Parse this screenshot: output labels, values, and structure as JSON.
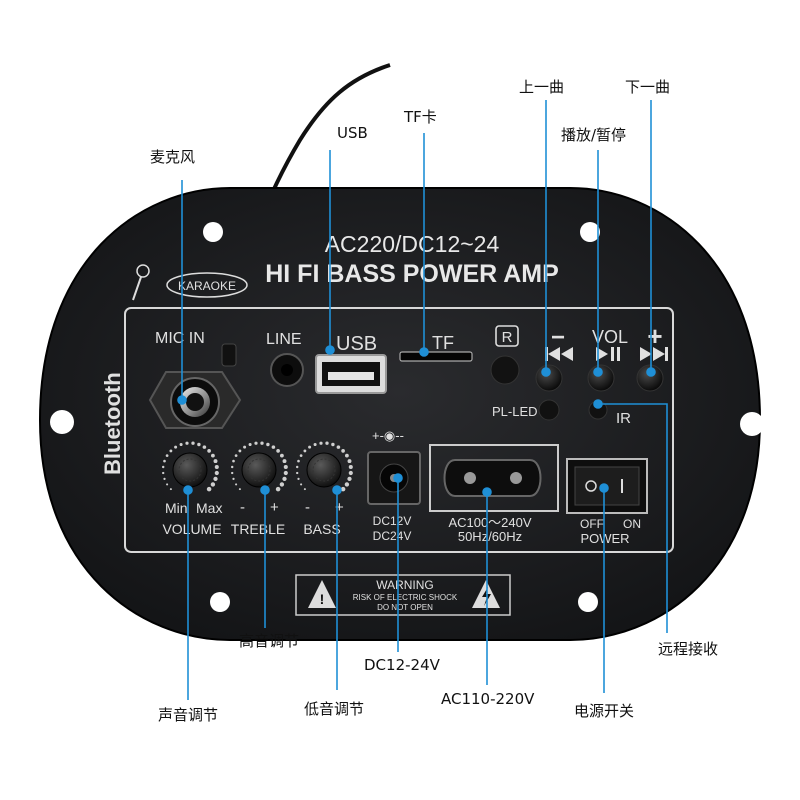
{
  "board": {
    "title_line1": "AC220/DC12~24",
    "title_line2": "HI FI BASS POWER AMP",
    "karaoke": "KARAOKE",
    "bluetooth": "Bluetooth",
    "mic_in": "MIC IN",
    "line": "LINE",
    "usb": "USB",
    "tf": "TF",
    "r_label": "R",
    "minus": "−",
    "vol": "VOL",
    "plus": "+",
    "pl_led": "PL-LED",
    "ir": "IR",
    "min": "Min",
    "max": "Max",
    "volume": "VOLUME",
    "treble": "TREBLE",
    "bass": "BASS",
    "knob_minus": "-",
    "knob_plus": "+",
    "dc_symbol": "+-◉--",
    "dc12v": "DC12V",
    "dc24v": "DC24V",
    "ac_range": "AC100～240V",
    "ac_freq": "50Hz/60Hz",
    "off": "OFF",
    "on": "ON",
    "power": "POWER",
    "warning": "WARNING",
    "warning_sub1": "RISK OF ELECTRIC SHOCK",
    "warning_sub2": "DO NOT OPEN"
  },
  "callouts": {
    "mic": "麦克风",
    "usb": "USB",
    "tf": "TF卡",
    "prev": "上一曲",
    "next": "下一曲",
    "play_pause": "播放/暂停",
    "treble_adj": "高音调节",
    "volume_adj": "声音调节",
    "bass_adj": "低音调节",
    "dc": "DC12-24V",
    "ac": "AC110-220V",
    "power_switch": "电源开关",
    "remote": "远程接收"
  },
  "colors": {
    "board": "#1c1d1f",
    "leader": "#1f8fd6",
    "silk": "#e0e0e0"
  }
}
